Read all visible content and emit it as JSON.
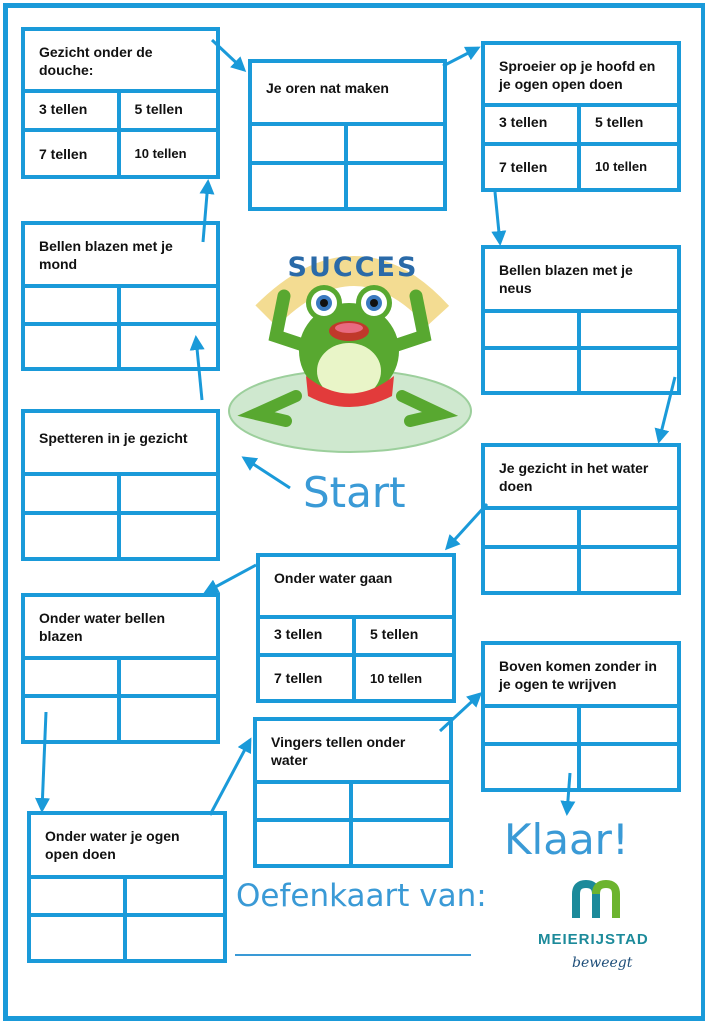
{
  "cards": {
    "c1": {
      "title": "Gezicht onder de douche:",
      "cells": [
        "3 tellen",
        "5 tellen",
        "7 tellen",
        "10 tellen"
      ]
    },
    "c2": {
      "title": "Je oren nat maken",
      "cells": [
        "",
        "",
        "",
        ""
      ]
    },
    "c3": {
      "title": "Sproeier op je hoofd en je ogen open doen",
      "cells": [
        "3 tellen",
        "5 tellen",
        "7 tellen",
        "10 tellen"
      ]
    },
    "c4": {
      "title": "Bellen blazen met je mond",
      "cells": [
        "",
        "",
        "",
        ""
      ]
    },
    "c5": {
      "title": "Bellen blazen met je neus",
      "cells": [
        "",
        "",
        "",
        ""
      ]
    },
    "c6": {
      "title": "Spetteren in je gezicht",
      "cells": [
        "",
        "",
        "",
        ""
      ]
    },
    "c7": {
      "title": "Je gezicht in het water doen",
      "cells": [
        "",
        "",
        "",
        ""
      ]
    },
    "c8": {
      "title": "Onder water gaan",
      "cells": [
        "3 tellen",
        "5 tellen",
        "7 tellen",
        "10 tellen"
      ]
    },
    "c9": {
      "title": "Onder water bellen blazen",
      "cells": [
        "",
        "",
        "",
        ""
      ]
    },
    "c10": {
      "title": "Boven komen zonder in je ogen te wrijven",
      "cells": [
        "",
        "",
        "",
        ""
      ]
    },
    "c11": {
      "title": "Vingers tellen onder water",
      "cells": [
        "",
        "",
        "",
        ""
      ]
    },
    "c12": {
      "title": "Onder water je ogen open doen",
      "cells": [
        "",
        "",
        "",
        ""
      ]
    }
  },
  "labels": {
    "start": "Start",
    "finish": "Klaar!",
    "card_of": "Oefenkaart van:"
  },
  "mascot": {
    "banner": "SUCCES"
  },
  "logo": {
    "name": "MEIERIJSTAD",
    "tagline": "beweegt"
  },
  "colors": {
    "accent": "#1a9ad9",
    "text_blue": "#3a9ad6"
  }
}
